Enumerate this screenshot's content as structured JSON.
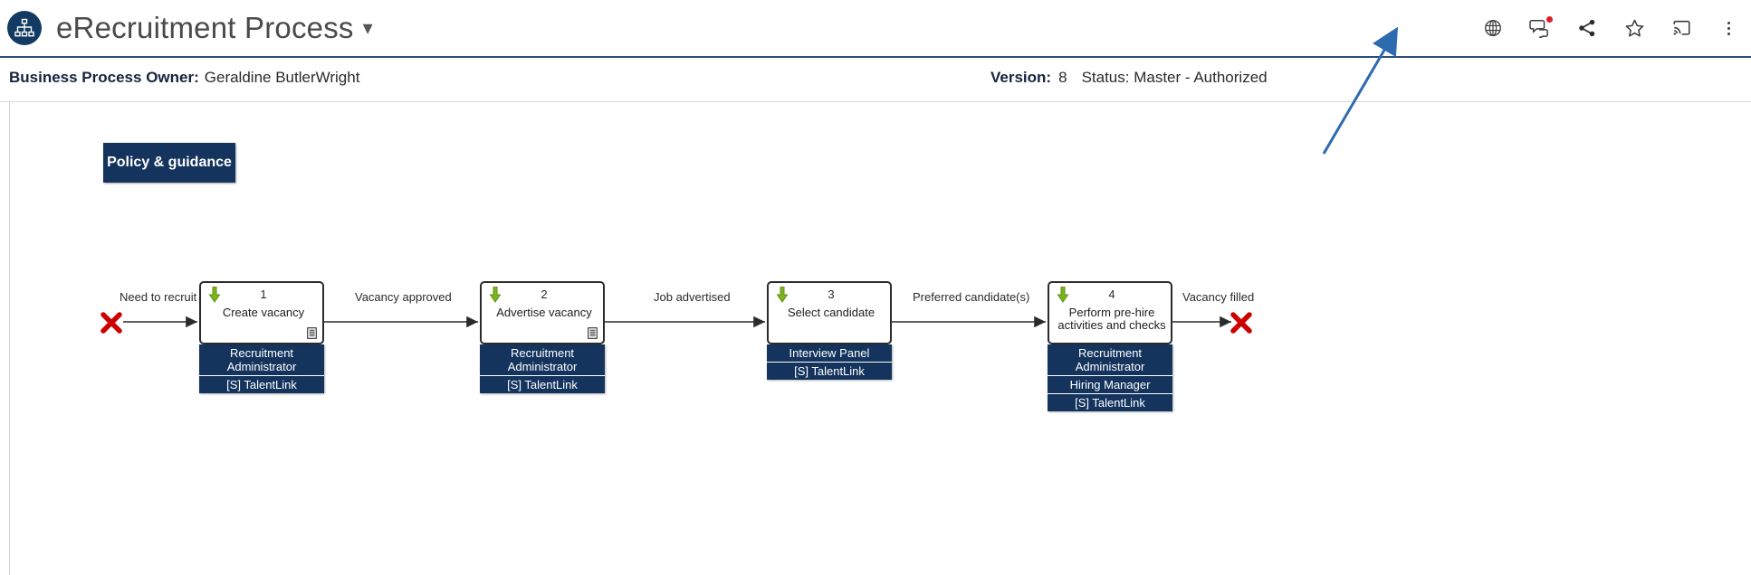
{
  "header": {
    "logo_icon": "org-chart-icon",
    "title": "eRecruitment Process",
    "title_caret": "▾",
    "icons": [
      {
        "name": "globe-icon",
        "label": "Language"
      },
      {
        "name": "comments-icon",
        "label": "Comments"
      },
      {
        "name": "share-icon",
        "label": "Share"
      },
      {
        "name": "star-icon",
        "label": "Favourite"
      },
      {
        "name": "cast-icon",
        "label": "Cast"
      },
      {
        "name": "more-menu-icon",
        "label": "More"
      }
    ]
  },
  "meta": {
    "owner_label": "Business Process Owner:",
    "owner_value": "Geraldine ButlerWright",
    "version_label": "Version:",
    "version_value": "8",
    "status_text": "Status: Master - Authorized"
  },
  "diagram": {
    "policy_box_label": "Policy & guidance",
    "start_event": "start-error-marker",
    "end_event": "end-error-marker",
    "connectors": [
      {
        "label": "Need to recruit"
      },
      {
        "label": "Vacancy approved"
      },
      {
        "label": "Job advertised"
      },
      {
        "label": "Preferred candidate(s)"
      },
      {
        "label": "Vacancy filled"
      }
    ],
    "nodes": [
      {
        "number": "1",
        "label": "Create vacancy",
        "has_doc_icon": true,
        "roles": [
          "Recruitment Administrator",
          "[S] TalentLink"
        ]
      },
      {
        "number": "2",
        "label": "Advertise vacancy",
        "has_doc_icon": true,
        "roles": [
          "Recruitment Administrator",
          "[S] TalentLink"
        ]
      },
      {
        "number": "3",
        "label": "Select candidate",
        "has_doc_icon": false,
        "roles": [
          "Interview Panel",
          "[S] TalentLink"
        ]
      },
      {
        "number": "4",
        "label": "Perform pre-hire activities and checks",
        "has_doc_icon": false,
        "roles": [
          "Recruitment Administrator",
          "Hiring Manager",
          "[S] TalentLink"
        ]
      }
    ]
  },
  "colors": {
    "brand_navy": "#14345e",
    "topbar_rule": "#2c4f73",
    "node_border": "#2b2b2b",
    "green_arrow": "#6aa80f",
    "error_red": "#cc0000",
    "annotation_blue": "#2e6ab0"
  }
}
